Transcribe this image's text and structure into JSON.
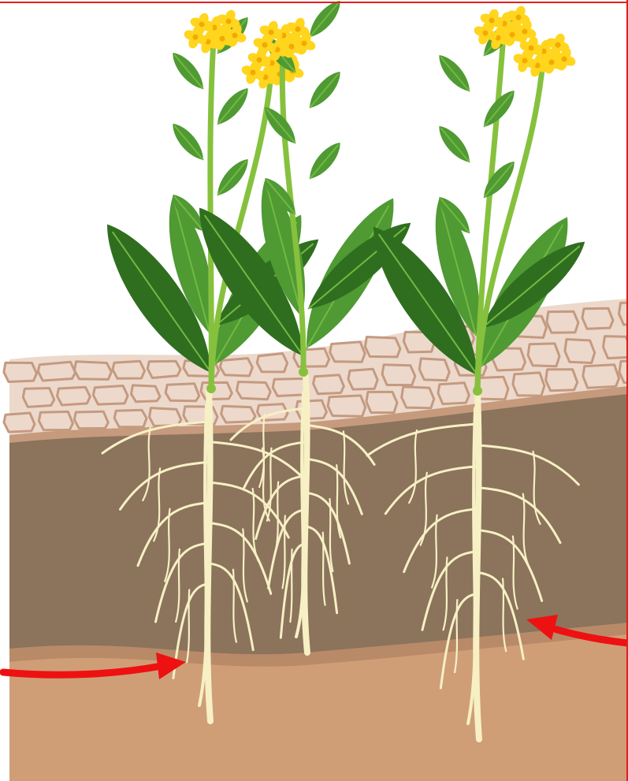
{
  "diagram": {
    "colors": {
      "frame": "#e02020",
      "sky": "#ffffff",
      "crust_fill": "#ecd9cc",
      "crust_cracks": "#c49a80",
      "crust_edge": "#c69a7c",
      "topsoil": "#8b735c",
      "hardpan": "#b98a68",
      "subsoil": "#cf9e77",
      "root": "#f7f0c4",
      "root_shade": "#d8cf98",
      "stem": "#86c13e",
      "stem_dark": "#5f9e2a",
      "leaf": "#4f9a33",
      "leaf_dark": "#2f6e1f",
      "leaf_light": "#74b842",
      "flower": "#ffd51e",
      "flower_dark": "#f2a900",
      "arrow": "#ee1111"
    },
    "plants": [
      {
        "name": "plant-left",
        "root_depth": "deep"
      },
      {
        "name": "plant-middle",
        "root_depth": "shallow"
      },
      {
        "name": "plant-right",
        "root_depth": "deep"
      }
    ],
    "layers": [
      "crust",
      "topsoil",
      "hardpan",
      "subsoil"
    ],
    "arrows": [
      {
        "name": "arrow-left",
        "icon": "curved-arrow-right-icon",
        "points_to": "hardpan"
      },
      {
        "name": "arrow-right",
        "icon": "curved-arrow-left-icon",
        "points_to": "hardpan"
      }
    ]
  }
}
